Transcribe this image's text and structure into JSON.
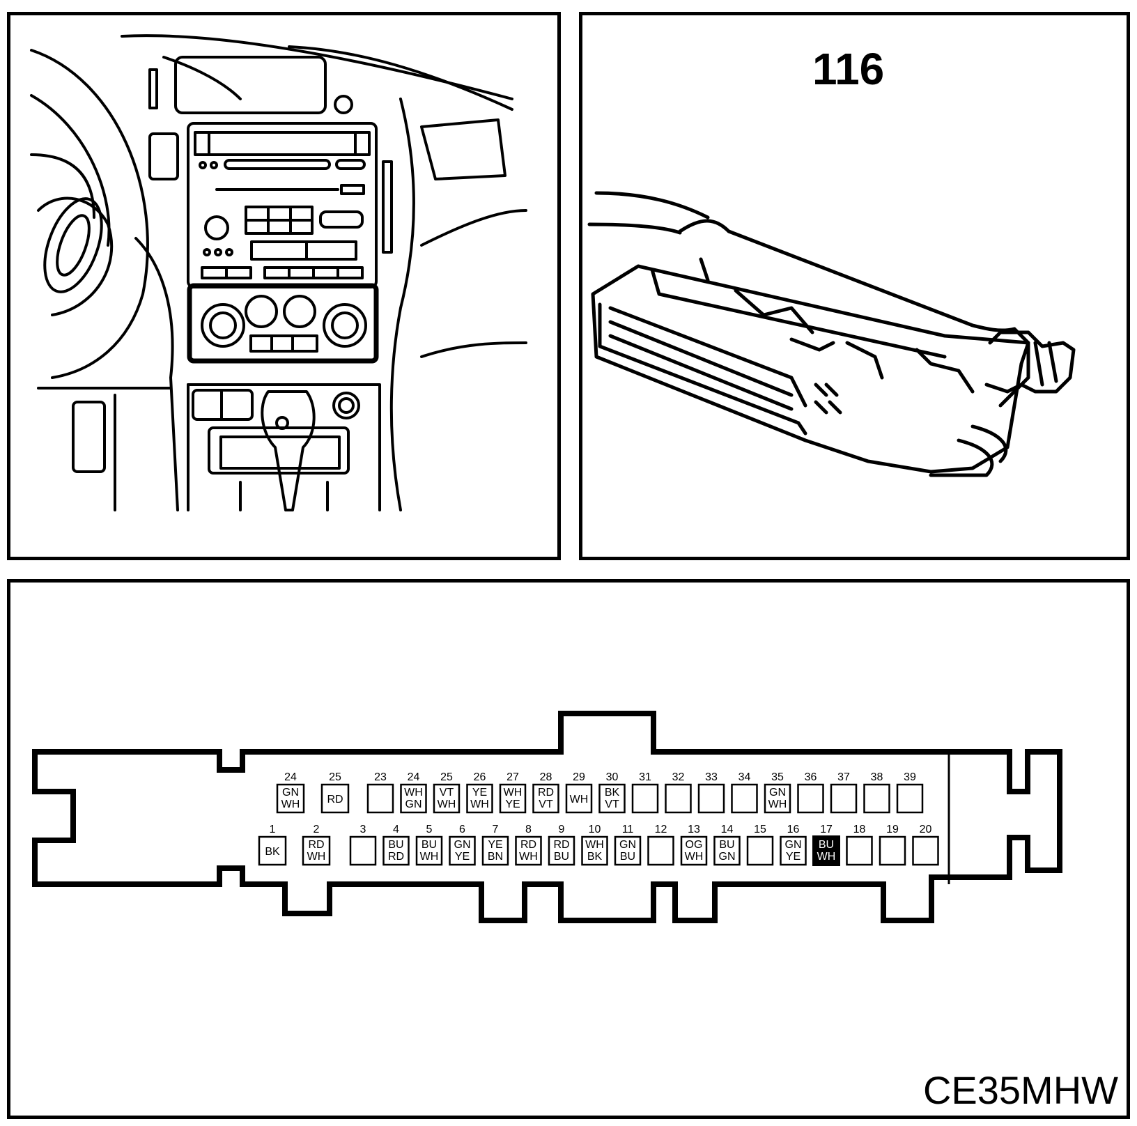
{
  "figure": {
    "component_number": "116",
    "image_code": "CE35MHW"
  },
  "connector": {
    "top_row": [
      {
        "pin": "24",
        "colors": [
          "GN",
          "WH"
        ]
      },
      {
        "pin": "25",
        "colors": [
          "RD"
        ]
      },
      {
        "pin": "23",
        "colors": []
      },
      {
        "pin": "24",
        "colors": [
          "WH",
          "GN"
        ]
      },
      {
        "pin": "25",
        "colors": [
          "VT",
          "WH"
        ]
      },
      {
        "pin": "26",
        "colors": [
          "YE",
          "WH"
        ]
      },
      {
        "pin": "27",
        "colors": [
          "WH",
          "YE"
        ]
      },
      {
        "pin": "28",
        "colors": [
          "RD",
          "VT"
        ]
      },
      {
        "pin": "29",
        "colors": [
          "WH"
        ]
      },
      {
        "pin": "30",
        "colors": [
          "BK",
          "VT"
        ]
      },
      {
        "pin": "31",
        "colors": []
      },
      {
        "pin": "32",
        "colors": []
      },
      {
        "pin": "33",
        "colors": []
      },
      {
        "pin": "34",
        "colors": []
      },
      {
        "pin": "35",
        "colors": [
          "GN",
          "WH"
        ]
      },
      {
        "pin": "36",
        "colors": []
      },
      {
        "pin": "37",
        "colors": []
      },
      {
        "pin": "38",
        "colors": []
      },
      {
        "pin": "39",
        "colors": []
      }
    ],
    "bottom_row": [
      {
        "pin": "1",
        "colors": [
          "BK"
        ]
      },
      {
        "pin": "2",
        "colors": [
          "RD",
          "WH"
        ]
      },
      {
        "pin": "3",
        "colors": []
      },
      {
        "pin": "4",
        "colors": [
          "BU",
          "RD"
        ]
      },
      {
        "pin": "5",
        "colors": [
          "BU",
          "WH"
        ]
      },
      {
        "pin": "6",
        "colors": [
          "GN",
          "YE"
        ]
      },
      {
        "pin": "7",
        "colors": [
          "YE",
          "BN"
        ]
      },
      {
        "pin": "8",
        "colors": [
          "RD",
          "WH"
        ]
      },
      {
        "pin": "9",
        "colors": [
          "RD",
          "BU"
        ]
      },
      {
        "pin": "10",
        "colors": [
          "WH",
          "BK"
        ]
      },
      {
        "pin": "11",
        "colors": [
          "GN",
          "BU"
        ]
      },
      {
        "pin": "12",
        "colors": []
      },
      {
        "pin": "13",
        "colors": [
          "OG",
          "WH"
        ]
      },
      {
        "pin": "14",
        "colors": [
          "BU",
          "GN"
        ]
      },
      {
        "pin": "15",
        "colors": []
      },
      {
        "pin": "16",
        "colors": [
          "GN",
          "YE"
        ]
      },
      {
        "pin": "17",
        "colors": [
          "BU",
          "WH"
        ],
        "highlighted": true
      },
      {
        "pin": "18",
        "colors": []
      },
      {
        "pin": "19",
        "colors": []
      },
      {
        "pin": "20",
        "colors": []
      }
    ]
  }
}
